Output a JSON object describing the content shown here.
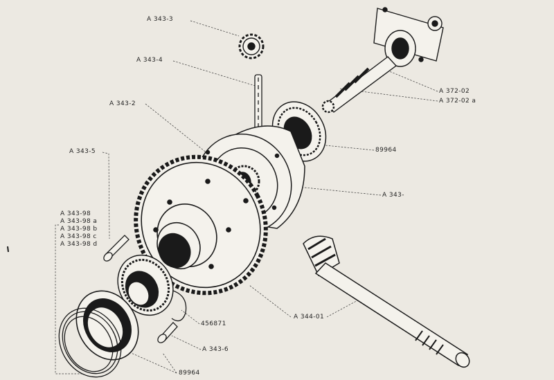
{
  "part_labels": {
    "a343_3": "A 343-3",
    "a343_4": "A 343-4",
    "a343_2": "A 343-2",
    "a343_5": "A 343-5",
    "a372_02": "A 372-02",
    "a372_02a": "A 372-02 a",
    "bearing_89964_upper": "89964",
    "a343_housing": "A 343-",
    "group_a343_98": [
      "A 343-98",
      "A 343-98 a",
      "A 343-98 b",
      "A 343-98 c",
      "A 343-98 d"
    ],
    "shim_456871": "456871",
    "a344_01": "A 344-01",
    "a343_6": "A 343-6",
    "bearing_89964_lower": "89964"
  },
  "colors": {
    "paper": "#ece9e2",
    "ink": "#1a1a1a",
    "leader": "#333333"
  }
}
